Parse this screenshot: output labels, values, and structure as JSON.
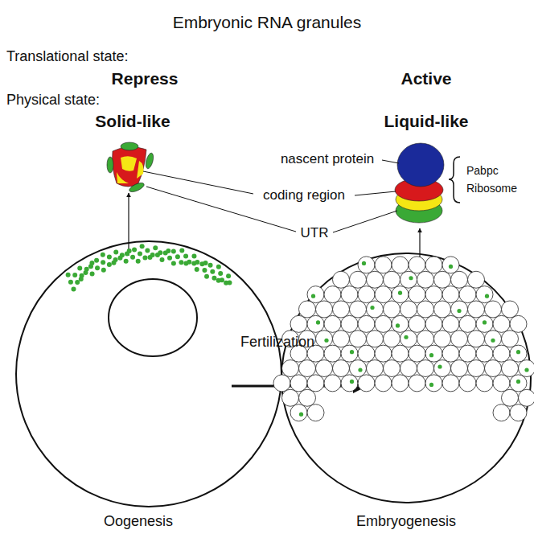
{
  "diagram": {
    "title": "Embryonic RNA granules",
    "labels": [
      "Translational state:",
      "Physical state:",
      "Repress",
      "Active",
      "Solid-like",
      "Liquid-like",
      "nascent protein",
      "coding region",
      "UTR",
      "Pabpc",
      "Ribosome",
      "Fertilization",
      "Oogenesis",
      "Embryogenesis"
    ]
  }
}
